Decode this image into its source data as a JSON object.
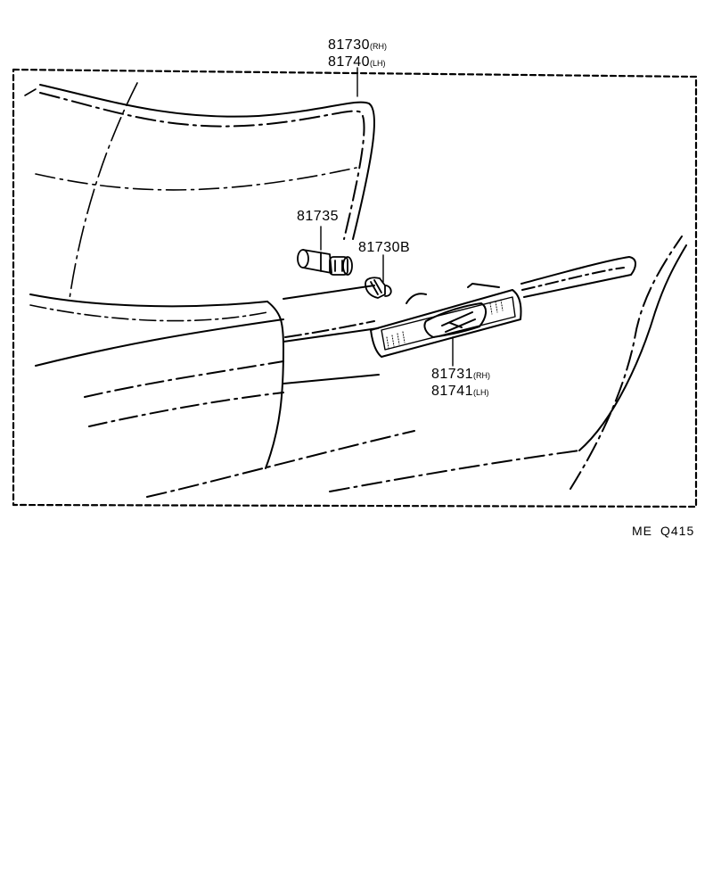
{
  "callouts": {
    "lamp_assy": {
      "part_rh": "81730",
      "suffix_rh": "(RH)",
      "part_lh": "81740",
      "suffix_lh": "(LH)"
    },
    "socket": {
      "part": "81735"
    },
    "bulb": {
      "part": "81730B"
    },
    "lens": {
      "part_rh": "81731",
      "suffix_rh": "(RH)",
      "part_lh": "81741",
      "suffix_lh": "(LH)"
    }
  },
  "drawing_code": {
    "prefix": "ME",
    "number": "Q415"
  }
}
